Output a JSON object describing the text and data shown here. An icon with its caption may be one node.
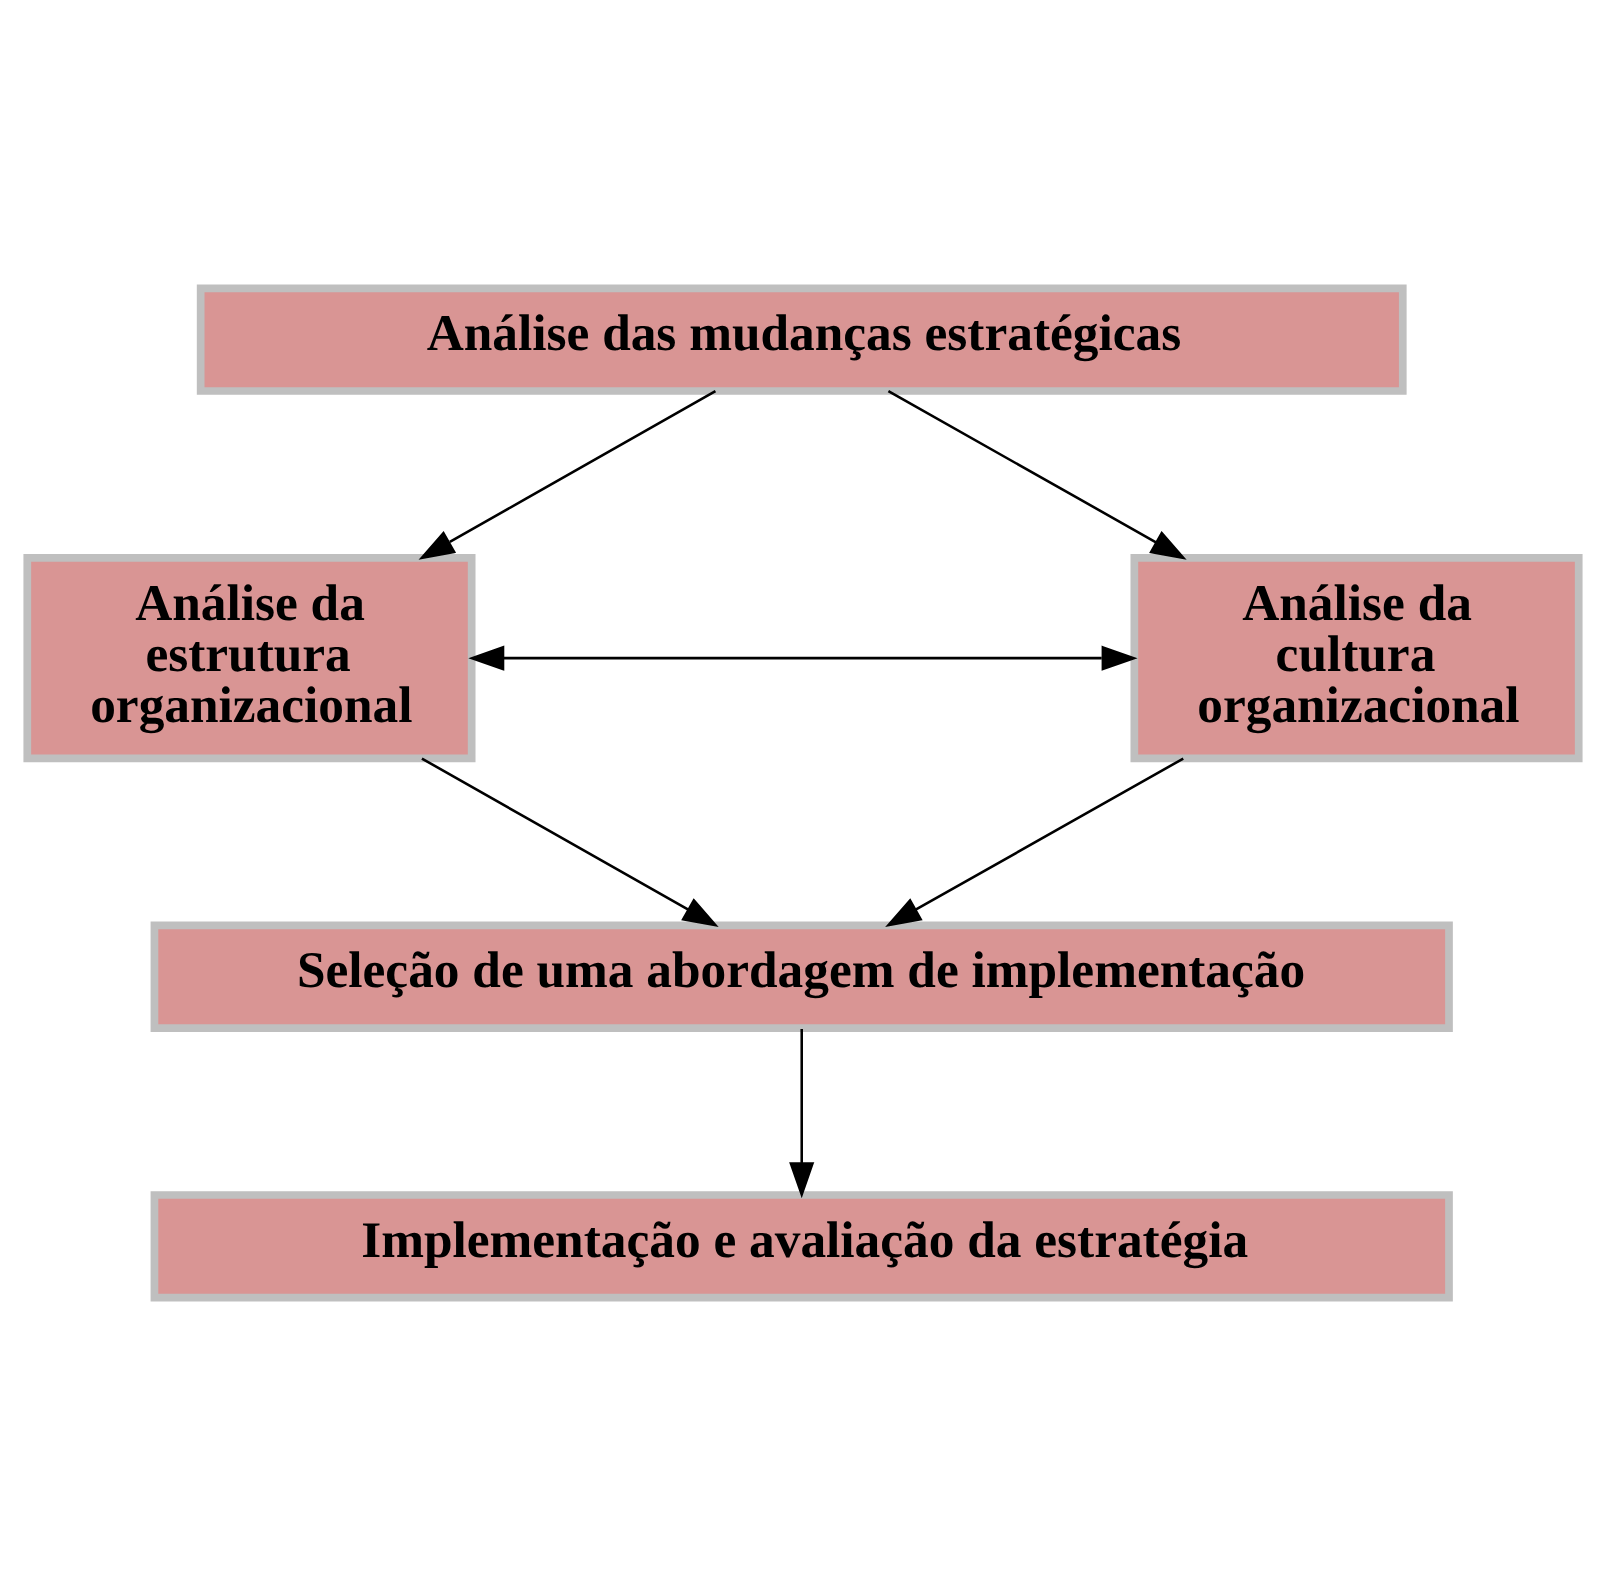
{
  "diagram": {
    "nodes": [
      {
        "text": [
          "Análise das mudanças estratégicas"
        ]
      },
      {
        "text": [
          "Análise da estrutura organizacional"
        ]
      },
      {
        "text": [
          "Análise da cultura organizacional"
        ]
      },
      {
        "text": [
          "Seleção de uma abordagem de implementação"
        ]
      },
      {
        "text": [
          "Implementação e avaliação da estratégia"
        ]
      }
    ],
    "edges": [
      {
        "from": 0,
        "to": 1,
        "arrow": "to"
      },
      {
        "from": 0,
        "to": 2,
        "arrow": "to"
      },
      {
        "from": 1,
        "to": 2,
        "arrow": "both"
      },
      {
        "from": 1,
        "to": 3,
        "arrow": "to"
      },
      {
        "from": 2,
        "to": 3,
        "arrow": "to"
      },
      {
        "from": 3,
        "to": 4,
        "arrow": "to"
      }
    ]
  }
}
